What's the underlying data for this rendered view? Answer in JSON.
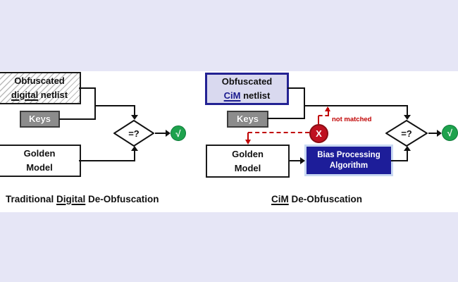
{
  "colors": {
    "band": "#e6e6f6",
    "navy": "#1d1d99",
    "navy_border": "#232293",
    "netlist_fill_right": "#d9d9ef",
    "keys_gray": "#8c8c8c",
    "green": "#1ea24d",
    "red": "#c00000",
    "x_circle_fill": "#bf1120"
  },
  "left": {
    "netlist": {
      "line1": "Obfuscated",
      "emph": "digital",
      "rest": " netlist"
    },
    "keys": "Keys",
    "golden": {
      "line1": "Golden",
      "line2": "Model"
    },
    "diamond": "=?",
    "check": "√",
    "caption": {
      "pre": "Traditional ",
      "emph": "Digital",
      "post": " De-Obfuscation"
    }
  },
  "right": {
    "netlist": {
      "line1": "Obfuscated",
      "emph": "CiM",
      "rest": " netlist"
    },
    "keys": "Keys",
    "golden": {
      "line1": "Golden",
      "line2": "Model"
    },
    "bias": {
      "line1": "Bias Processing",
      "line2": "Algorithm"
    },
    "diamond": "=?",
    "check": "√",
    "x_mark": "X",
    "not_matched": "not matched",
    "caption": {
      "emph": "CiM",
      "post": " De-Obfuscation"
    }
  }
}
